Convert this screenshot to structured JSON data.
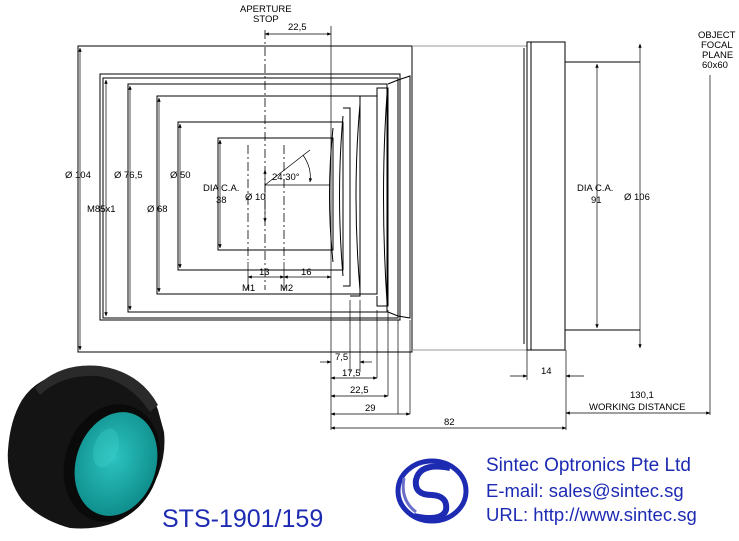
{
  "drawing": {
    "aperture_stop_label_1": "APERTURE",
    "aperture_stop_label_2": "STOP",
    "object_plane_1": "OBJECT",
    "object_plane_2": "FOCAL",
    "object_plane_3": "PLANE",
    "object_plane_4": "60x60",
    "dim_22_5_top": "22,5",
    "dia_104": "Ø 104",
    "thread": "M85x1",
    "dia_76_5": "Ø 76,5",
    "dia_68": "Ø 68",
    "dia_50": "Ø 50",
    "dia_ca_38_1": "DIA C.A.",
    "dia_ca_38_2": "38",
    "dia_10": "Ø 10",
    "angle": "24,30°",
    "dim_13": "13",
    "dim_16": "16",
    "m1": "M1",
    "m2": "M2",
    "dia_ca_91_1": "DIA C.A.",
    "dia_ca_91_2": "91",
    "dia_106": "Ø 106",
    "dim_7_5": "7,5",
    "dim_17_5": "17,5",
    "dim_22_5": "22,5",
    "dim_29": "29",
    "dim_82": "82",
    "dim_14": "14",
    "dim_130_1": "130,1",
    "working_distance": "WORKING DISTANCE"
  },
  "brand": {
    "company_name": "Sintec Optronics Pte Ltd",
    "email": "E-mail: sales@sintec.sg",
    "url": "URL: http://www.sintec.sg",
    "product_code": "STS-1901/159",
    "accent_color": "#1d2bb3",
    "lens_color": "#14a9a6"
  }
}
